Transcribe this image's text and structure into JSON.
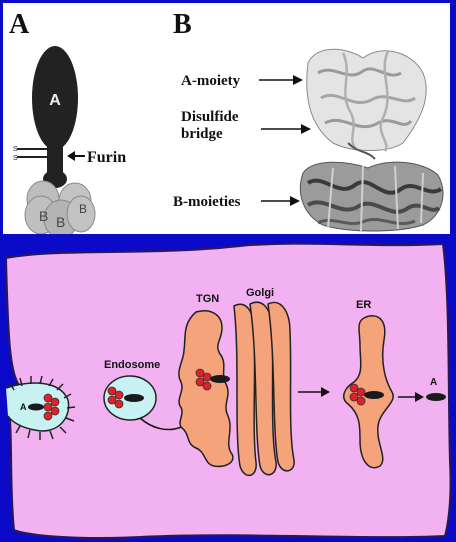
{
  "panel_a": {
    "letter": "A",
    "a_subunit_label": "A",
    "b_subunit_labels": [
      "B",
      "B",
      "B"
    ],
    "furin_label": "Furin",
    "disulfide_marks": [
      "S",
      "S"
    ]
  },
  "panel_b": {
    "letter": "B",
    "labels": {
      "a_moiety": "A-moiety",
      "disulfide_line1": "Disulfide",
      "disulfide_line2": "bridge",
      "b_moieties": "B-moieties"
    }
  },
  "pathway": {
    "labels": {
      "endosome": "Endosome",
      "tgn": "TGN",
      "golgi": "Golgi",
      "er": "ER",
      "toxin_at_membrane": "A",
      "released_a": "A"
    }
  },
  "colors": {
    "background_blue": "#0a0ac8",
    "cell_pink": "#f2b2f2",
    "organelle_orange": "#f5a37a",
    "endosome_cyan": "#c8f2f2",
    "b_subunit_red": "#e0202a",
    "a_subunit_dark": "#1a1a1a",
    "b_gray": "#b8b8b8"
  }
}
